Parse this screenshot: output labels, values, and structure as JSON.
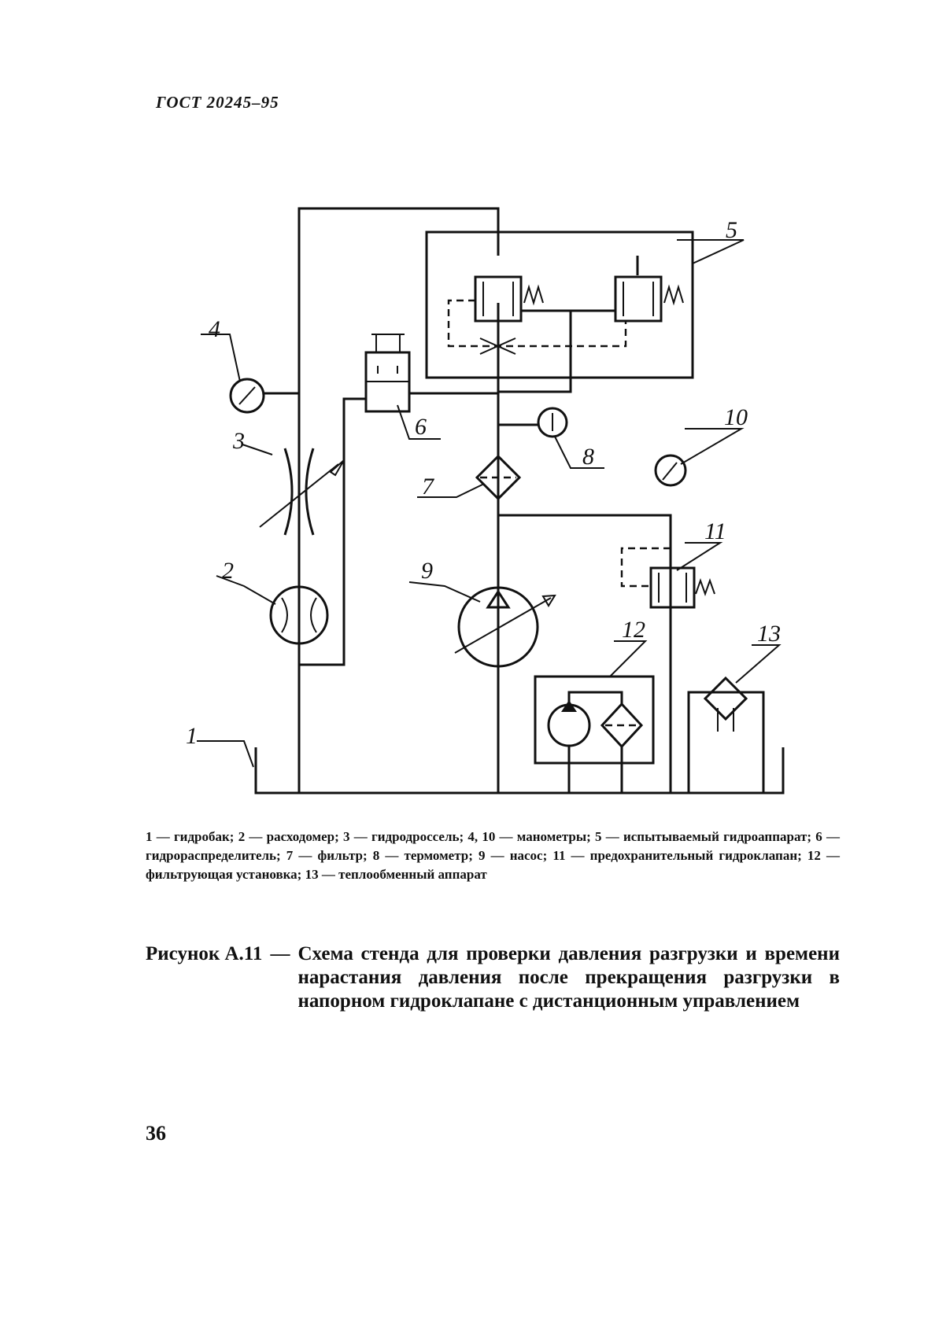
{
  "header": {
    "standard": "ГОСТ 20245–95"
  },
  "diagram": {
    "labels": [
      "1",
      "2",
      "3",
      "4",
      "5",
      "6",
      "7",
      "8",
      "9",
      "10",
      "11",
      "12",
      "13"
    ]
  },
  "legend": {
    "text": "1 — гидробак; 2 — расходомер; 3 — гидродроссель; 4, 10 — манометры; 5 — испытываемый гидроаппарат; 6 — гидрораспределитель; 7 — фильтр; 8 — термометр; 9 — насос; 11 — предохранительный гидроклапан; 12 — фильтрующая установка; 13 — теплообменный аппарат"
  },
  "caption": {
    "label": "Рисунок А.11",
    "dash": "—",
    "text": "Схема стенда для проверки давления разгрузки и времени нарастания давления после прекращения разгрузки в напорном гидроклапане с дистанционным управлением"
  },
  "footer": {
    "page_number": "36"
  }
}
